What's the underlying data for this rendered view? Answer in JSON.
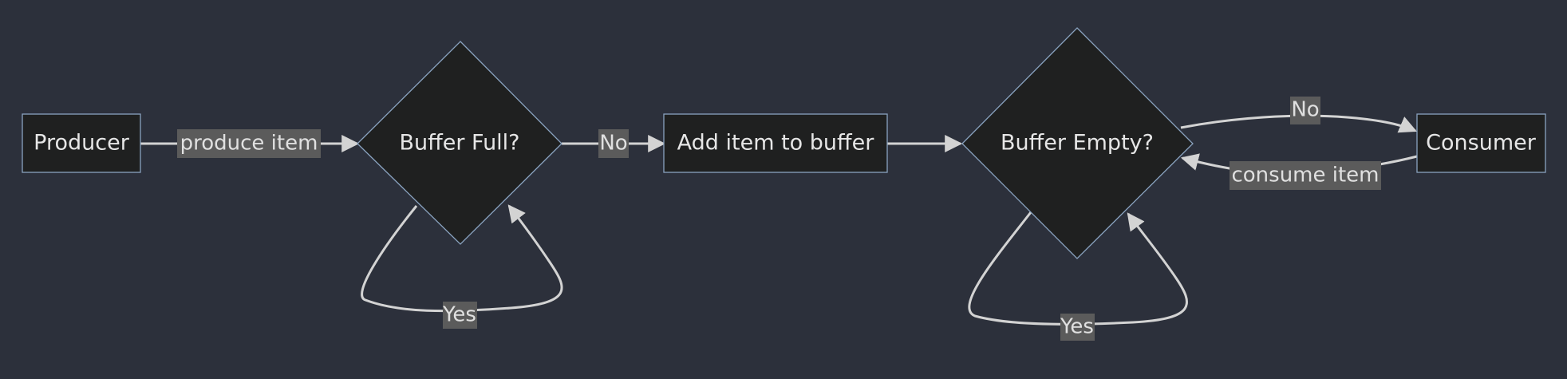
{
  "diagram": {
    "nodes": {
      "producer": {
        "label": "Producer",
        "shape": "rectangle"
      },
      "buffer_full": {
        "label": "Buffer Full?",
        "shape": "diamond"
      },
      "add_item": {
        "label": "Add item to buffer",
        "shape": "rectangle"
      },
      "buffer_empty": {
        "label": "Buffer Empty?",
        "shape": "diamond"
      },
      "consumer": {
        "label": "Consumer",
        "shape": "rectangle"
      }
    },
    "edges": {
      "produce": {
        "from": "producer",
        "to": "buffer_full",
        "label": "produce item"
      },
      "full_yes": {
        "from": "buffer_full",
        "to": "buffer_full",
        "label": "Yes"
      },
      "full_no": {
        "from": "buffer_full",
        "to": "add_item",
        "label": "No"
      },
      "add_to_empty": {
        "from": "add_item",
        "to": "buffer_empty",
        "label": ""
      },
      "empty_yes": {
        "from": "buffer_empty",
        "to": "buffer_empty",
        "label": "Yes"
      },
      "empty_no": {
        "from": "buffer_empty",
        "to": "consumer",
        "label": "No"
      },
      "consume": {
        "from": "consumer",
        "to": "buffer_empty",
        "label": "consume item"
      }
    },
    "colors": {
      "background": "#2c303b",
      "node_fill": "#1f2020",
      "node_stroke": "#8aa3c0",
      "edge": "#d3d3d3",
      "label_bg": "#5b5b5b",
      "text": "#e6e6e6"
    }
  }
}
